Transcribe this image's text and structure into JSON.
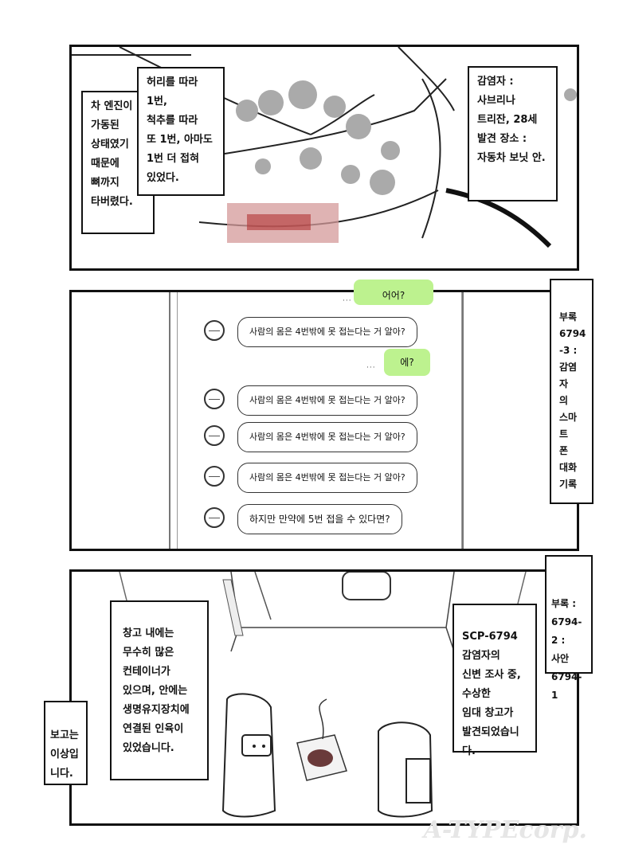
{
  "panel1": {
    "caption_left": "차 엔진이\n가동된\n상태였기\n때문에\n뼈까지\n타버렸다.",
    "caption_mid": "허리를 따라\n1번,\n척추를 따라\n또 1번, 아마도\n1번 더 접혀\n있었다.",
    "caption_right": "감염자 :\n사브리나\n트리잔, 28세\n발견 장소 :\n자동차 보닛 안."
  },
  "panel2": {
    "side_label": "부록\n6794\n-3 :\n감염자\n의\n스마트\n폰\n대화\n기록",
    "top_partial_bubble": "어어?",
    "reply_bubble": "에?",
    "repeated_message": "사람의 몸은 4번밖에 못 접는다는 거 알아?",
    "final_message": "하지만 만약에 5번 접을 수 있다면?"
  },
  "panel3": {
    "caption_left": "창고 내에는\n무수히 많은\n컨테이너가\n있으며, 안에는\n생명유지장치에\n연결된 인육이\n있었습니다.",
    "caption_right": "SCP-6794\n감염자의\n신변 조사 중,\n수상한\n임대 창고가\n발견되었습니다.",
    "side_label": "부록 :\n6794-2 :\n사안\n6794-1",
    "report_label": "보고는\n이상입\n니다."
  },
  "watermark": "A-TYPEcorp."
}
